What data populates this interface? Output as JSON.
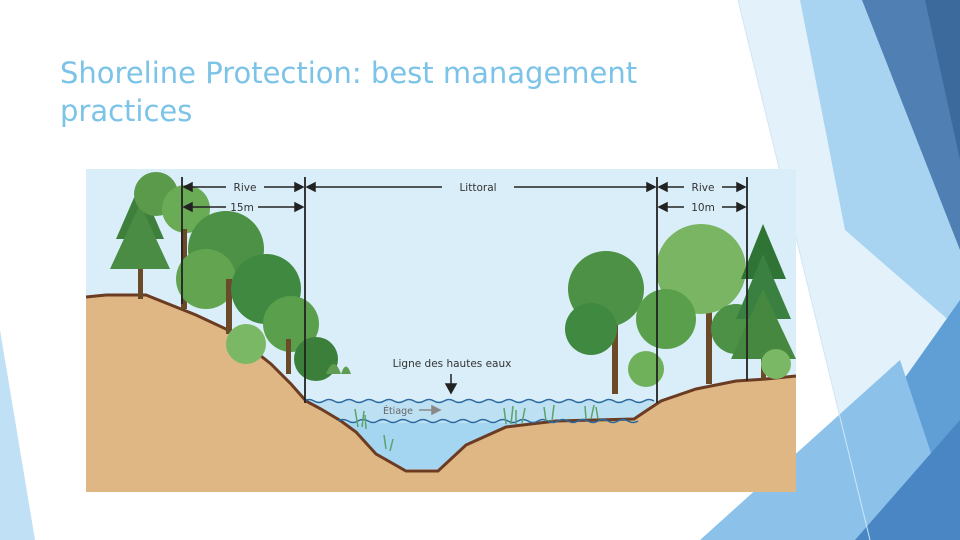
{
  "slide": {
    "title": "Shoreline Protection: best management practices"
  },
  "diagram": {
    "labels": {
      "rive_left": "Rive",
      "rive_left_width": "15m",
      "littoral": "Littoral",
      "rive_right": "Rive",
      "rive_right_width": "10m",
      "high_water_line": "Ligne des hautes eaux",
      "low_water": "Étiage"
    }
  },
  "colors": {
    "title": "#7cc3e8",
    "sky": "#d6ecf7",
    "soil": "#deb784",
    "water": "#9fd3ef",
    "tree_dark": "#2f7d37",
    "tree_light": "#6fb05a",
    "deco_blue_dark": "#3f6f9f",
    "deco_blue_light": "#6fb4e0"
  }
}
